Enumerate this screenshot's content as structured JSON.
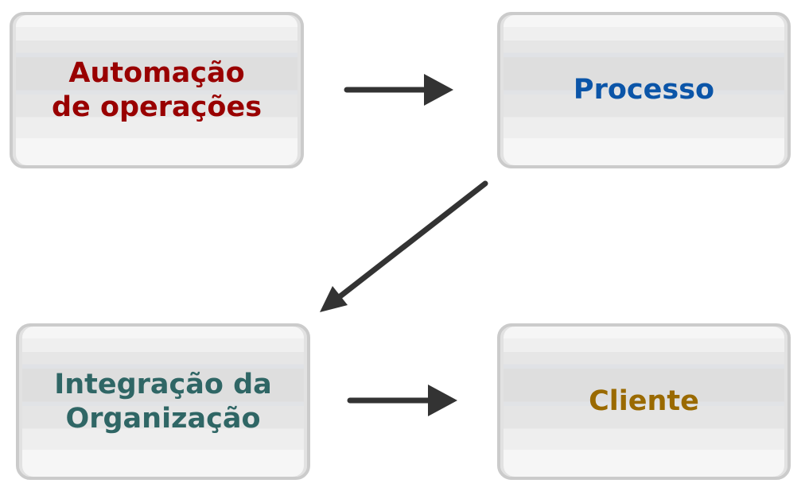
{
  "diagram": {
    "nodes": [
      {
        "id": "automacao",
        "label": "Automação\nde operações",
        "color": "#990000"
      },
      {
        "id": "processo",
        "label": "Processo",
        "color": "#0b55a8"
      },
      {
        "id": "integracao",
        "label": "Integração da\nOrganização",
        "color": "#2f6665"
      },
      {
        "id": "cliente",
        "label": "Cliente",
        "color": "#9a6a00"
      }
    ],
    "edges": [
      {
        "from": "automacao",
        "to": "processo"
      },
      {
        "from": "processo",
        "to": "integracao"
      },
      {
        "from": "integracao",
        "to": "cliente"
      }
    ],
    "arrow_color": "#333333"
  }
}
